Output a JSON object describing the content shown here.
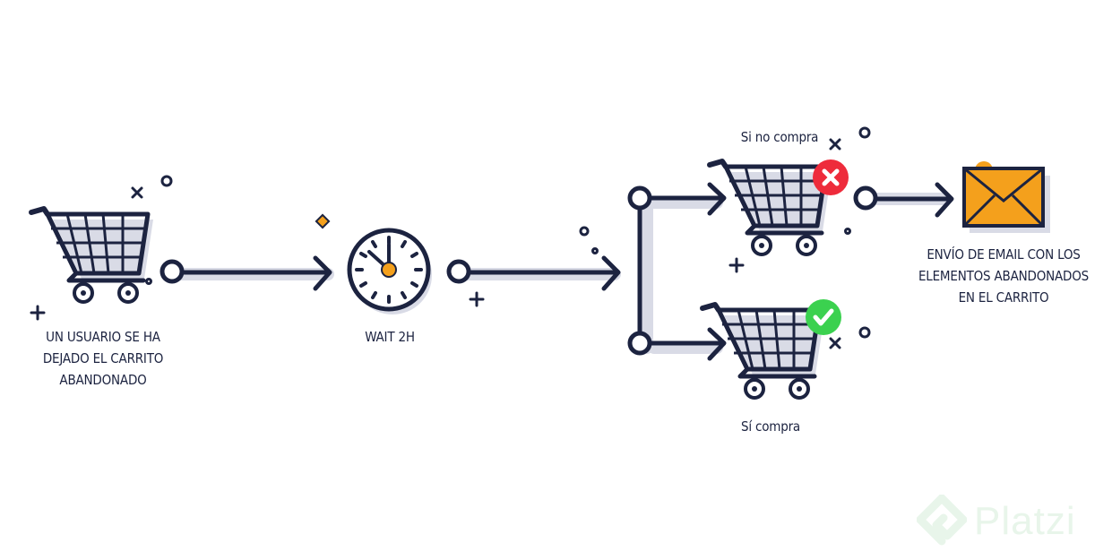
{
  "labels": {
    "start": "Un usuario se ha dejado el carrito abandonado",
    "wait": "wait 2h",
    "no_buy": "Si no compra",
    "yes_buy": "Sí compra",
    "email": "Envío de email con los elementos abandonados en el carrito"
  },
  "brand": "Platzi",
  "colors": {
    "ink": "#1c2340",
    "shadow": "#d9dbe6",
    "orange": "#f4a01c",
    "red": "#ee2b3b",
    "green": "#3bd14f",
    "watermark": "#e8f5ea"
  },
  "icons": [
    "shopping-cart-icon",
    "clock-icon",
    "cross-icon",
    "check-icon",
    "envelope-icon",
    "platzi-logo-icon"
  ]
}
